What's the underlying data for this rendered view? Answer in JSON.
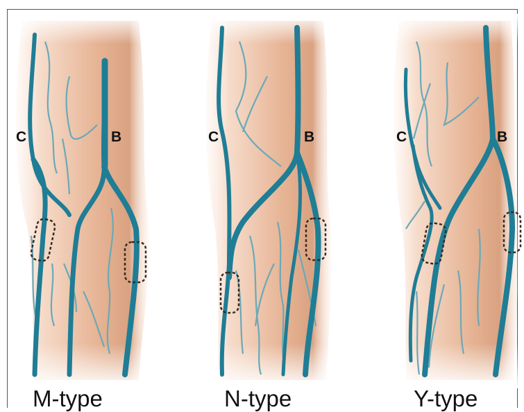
{
  "panels": [
    {
      "id": "m",
      "label": "M-type",
      "left_vein": "C",
      "right_vein": "B"
    },
    {
      "id": "n",
      "label": "N-type",
      "left_vein": "C",
      "right_vein": "B"
    },
    {
      "id": "y",
      "label": "Y-type",
      "left_vein": "C",
      "right_vein": "B"
    }
  ],
  "colors": {
    "vein": "#1f7d95",
    "vein_light": "#5fa6b6",
    "skin": "#f5d6c2",
    "skin_shadow": "#d8a88a",
    "marker": "#3a2a20"
  }
}
